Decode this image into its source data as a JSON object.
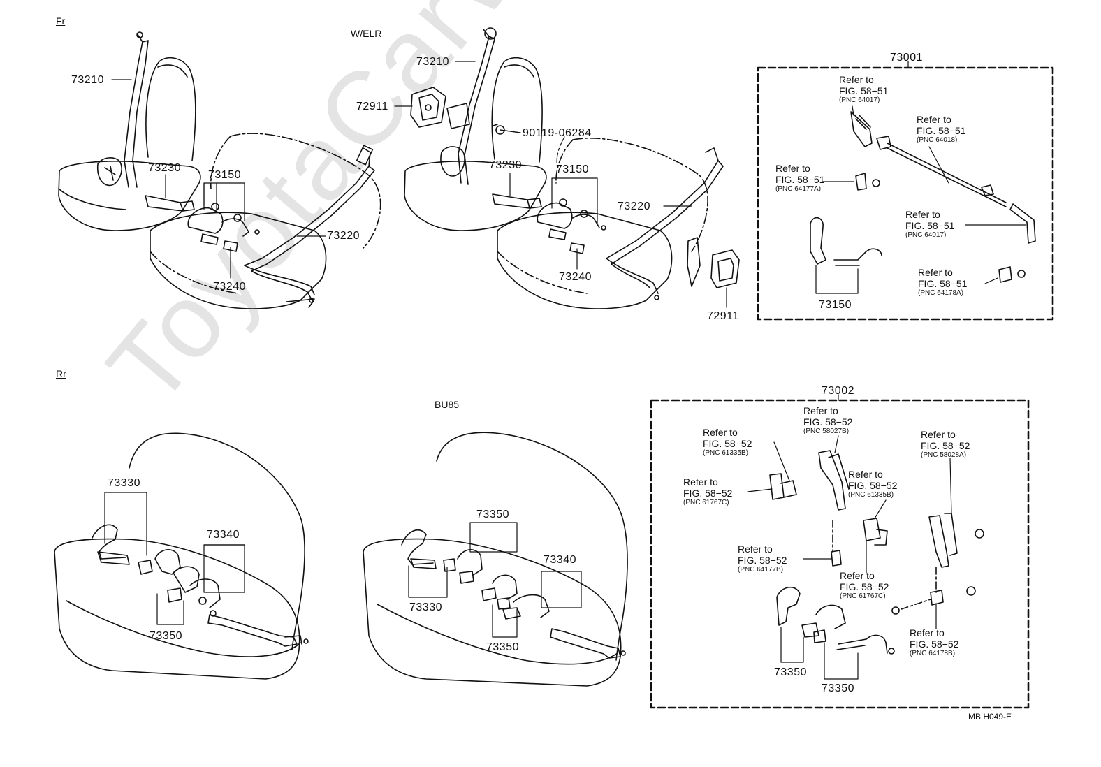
{
  "watermark": "ToyotaCarWire.ru",
  "sections": {
    "fr": "Fr",
    "welr": "W/ELR",
    "rr": "Rr",
    "bu85": "BU85"
  },
  "fr_parts": {
    "p73210": "73210",
    "p73230": "73230",
    "p73150": "73150",
    "p73220": "73220",
    "p73240": "73240"
  },
  "welr_parts": {
    "p73210": "73210",
    "p72911a": "72911",
    "p90119": "90119-06284",
    "p73230": "73230",
    "p73150": "73150",
    "p73220": "73220",
    "p73240": "73240",
    "p72911b": "72911"
  },
  "kit1": {
    "title": "73001",
    "refs": [
      {
        "refer": "Refer to",
        "fig": "FIG. 58−51",
        "pnc": "(PNC 64017)"
      },
      {
        "refer": "Refer to",
        "fig": "FIG. 58−51",
        "pnc": "(PNC 64018)"
      },
      {
        "refer": "Refer to",
        "fig": "FIG. 58−51",
        "pnc": "(PNC 64177A)"
      },
      {
        "refer": "Refer to",
        "fig": "FIG. 58−51",
        "pnc": "(PNC 64017)"
      },
      {
        "refer": "Refer to",
        "fig": "FIG. 58−51",
        "pnc": "(PNC 64178A)"
      }
    ],
    "p73150": "73150"
  },
  "rr_parts": {
    "p73330": "73330",
    "p73340": "73340",
    "p73350": "73350"
  },
  "bu85_parts": {
    "p73350": "73350",
    "p73340": "73340",
    "p73330": "73330",
    "p73350b": "73350"
  },
  "kit2": {
    "title": "73002",
    "refs": [
      {
        "refer": "Refer to",
        "fig": "FIG. 58−52",
        "pnc": "(PNC 58027B)"
      },
      {
        "refer": "Refer to",
        "fig": "FIG. 58−52",
        "pnc": "(PNC 61335B)"
      },
      {
        "refer": "Refer to",
        "fig": "FIG. 58−52",
        "pnc": "(PNC 58028A)"
      },
      {
        "refer": "Refer to",
        "fig": "FIG. 58−52",
        "pnc": "(PNC 61767C)"
      },
      {
        "refer": "Refer to",
        "fig": "FIG. 58−52",
        "pnc": "(PNC 61335B)"
      },
      {
        "refer": "Refer to",
        "fig": "FIG. 58−52",
        "pnc": "(PNC 64177B)"
      },
      {
        "refer": "Refer to",
        "fig": "FIG. 58−52",
        "pnc": "(PNC 61767C)"
      },
      {
        "refer": "Refer to",
        "fig": "FIG. 58−52",
        "pnc": "(PNC 64178B)"
      }
    ],
    "p73350a": "73350",
    "p73350b": "73350"
  },
  "diagram_code": "MB H049-E"
}
